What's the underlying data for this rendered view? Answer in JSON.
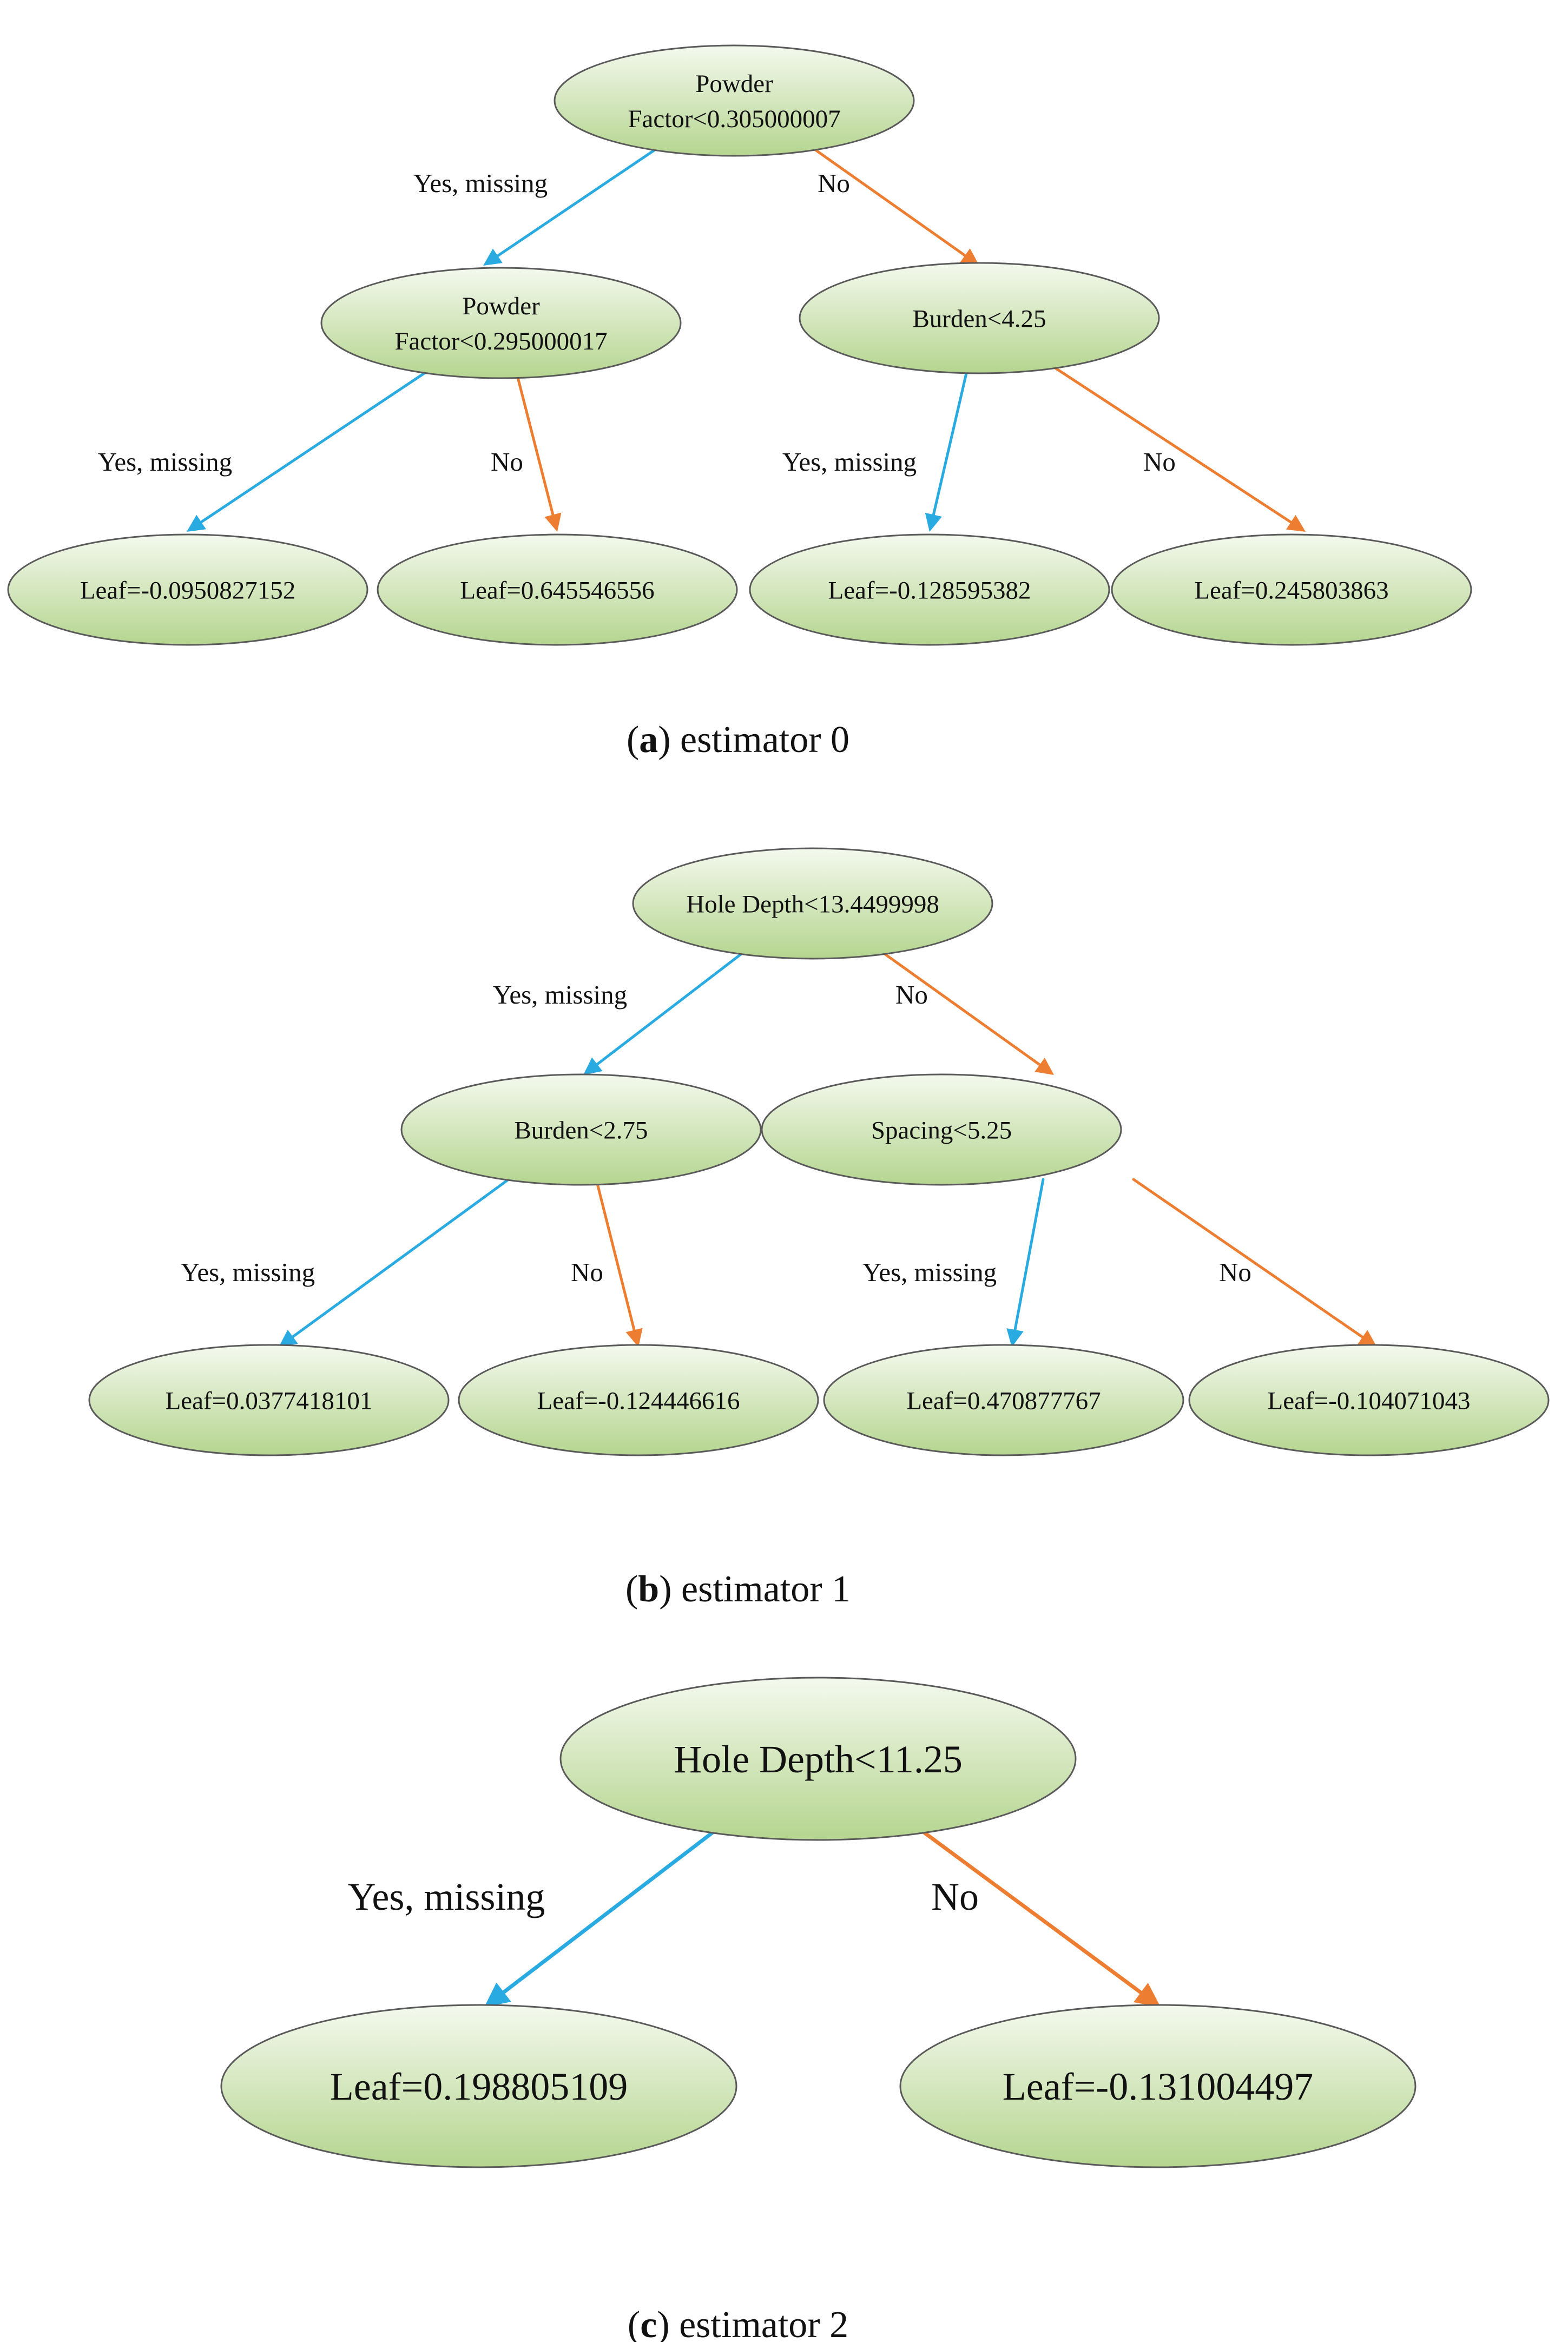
{
  "colors": {
    "yes_edge": "#29abe2",
    "no_edge": "#ed7d31",
    "node_fill_top": "#f4f9ee",
    "node_fill_bottom": "#b5d58f",
    "node_stroke": "#5a5a5a"
  },
  "edge_labels": {
    "yes": "Yes, missing",
    "no": "No"
  },
  "panels": [
    {
      "caption": {
        "open": "(",
        "letter": "a",
        "rest": ") estimator 0"
      },
      "nodes": [
        {
          "id": "a0",
          "lines": [
            "Powder",
            "Factor<0.305000007"
          ]
        },
        {
          "id": "a1",
          "lines": [
            "Powder",
            "Factor<0.295000017"
          ]
        },
        {
          "id": "a2",
          "lines": [
            "Burden<4.25"
          ]
        },
        {
          "id": "a3",
          "lines": [
            "Leaf=-0.0950827152"
          ]
        },
        {
          "id": "a4",
          "lines": [
            "Leaf=0.645546556"
          ]
        },
        {
          "id": "a5",
          "lines": [
            "Leaf=-0.128595382"
          ]
        },
        {
          "id": "a6",
          "lines": [
            "Leaf=0.245803863"
          ]
        }
      ],
      "edges": [
        {
          "from": "a0",
          "to": "a1",
          "kind": "yes"
        },
        {
          "from": "a0",
          "to": "a2",
          "kind": "no"
        },
        {
          "from": "a1",
          "to": "a3",
          "kind": "yes"
        },
        {
          "from": "a1",
          "to": "a4",
          "kind": "no"
        },
        {
          "from": "a2",
          "to": "a5",
          "kind": "yes"
        },
        {
          "from": "a2",
          "to": "a6",
          "kind": "no"
        }
      ]
    },
    {
      "caption": {
        "open": "(",
        "letter": "b",
        "rest": ") estimator 1"
      },
      "nodes": [
        {
          "id": "b0",
          "lines": [
            "Hole Depth<13.4499998"
          ]
        },
        {
          "id": "b1",
          "lines": [
            "Burden<2.75"
          ]
        },
        {
          "id": "b2",
          "lines": [
            "Spacing<5.25"
          ]
        },
        {
          "id": "b3",
          "lines": [
            "Leaf=0.0377418101"
          ]
        },
        {
          "id": "b4",
          "lines": [
            "Leaf=-0.124446616"
          ]
        },
        {
          "id": "b5",
          "lines": [
            "Leaf=0.470877767"
          ]
        },
        {
          "id": "b6",
          "lines": [
            "Leaf=-0.104071043"
          ]
        }
      ],
      "edges": [
        {
          "from": "b0",
          "to": "b1",
          "kind": "yes"
        },
        {
          "from": "b0",
          "to": "b2",
          "kind": "no"
        },
        {
          "from": "b1",
          "to": "b3",
          "kind": "yes"
        },
        {
          "from": "b1",
          "to": "b4",
          "kind": "no"
        },
        {
          "from": "b2",
          "to": "b5",
          "kind": "yes"
        },
        {
          "from": "b2",
          "to": "b6",
          "kind": "no"
        }
      ]
    },
    {
      "caption": {
        "open": "(",
        "letter": "c",
        "rest": ") estimator 2"
      },
      "nodes": [
        {
          "id": "c0",
          "lines": [
            "Hole Depth<11.25"
          ]
        },
        {
          "id": "c1",
          "lines": [
            "Leaf=0.198805109"
          ]
        },
        {
          "id": "c2",
          "lines": [
            "Leaf=-0.131004497"
          ]
        }
      ],
      "edges": [
        {
          "from": "c0",
          "to": "c1",
          "kind": "yes"
        },
        {
          "from": "c0",
          "to": "c2",
          "kind": "no"
        }
      ]
    }
  ]
}
